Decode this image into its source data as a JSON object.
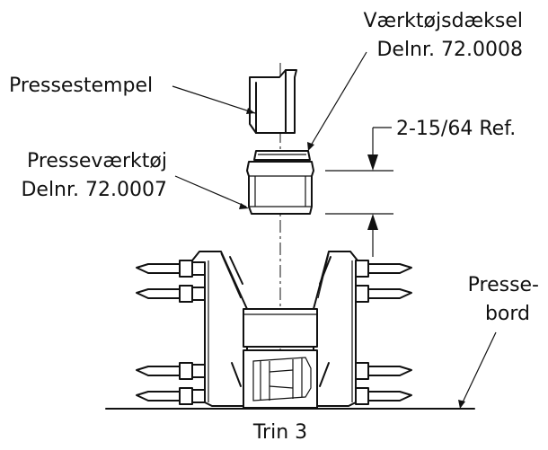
{
  "labels": {
    "tool_cover_name": "Værktøjsdæksel",
    "tool_cover_part": "Delnr. 72.0008",
    "press_ram": "Pressestempel",
    "press_tool_name": "Presseværktøj",
    "press_tool_part": "Delnr. 72.0007",
    "dimension": "2-15/64 Ref.",
    "press_bed_line1": "Presse-",
    "press_bed_line2": "bord",
    "step": "Trin 3"
  }
}
